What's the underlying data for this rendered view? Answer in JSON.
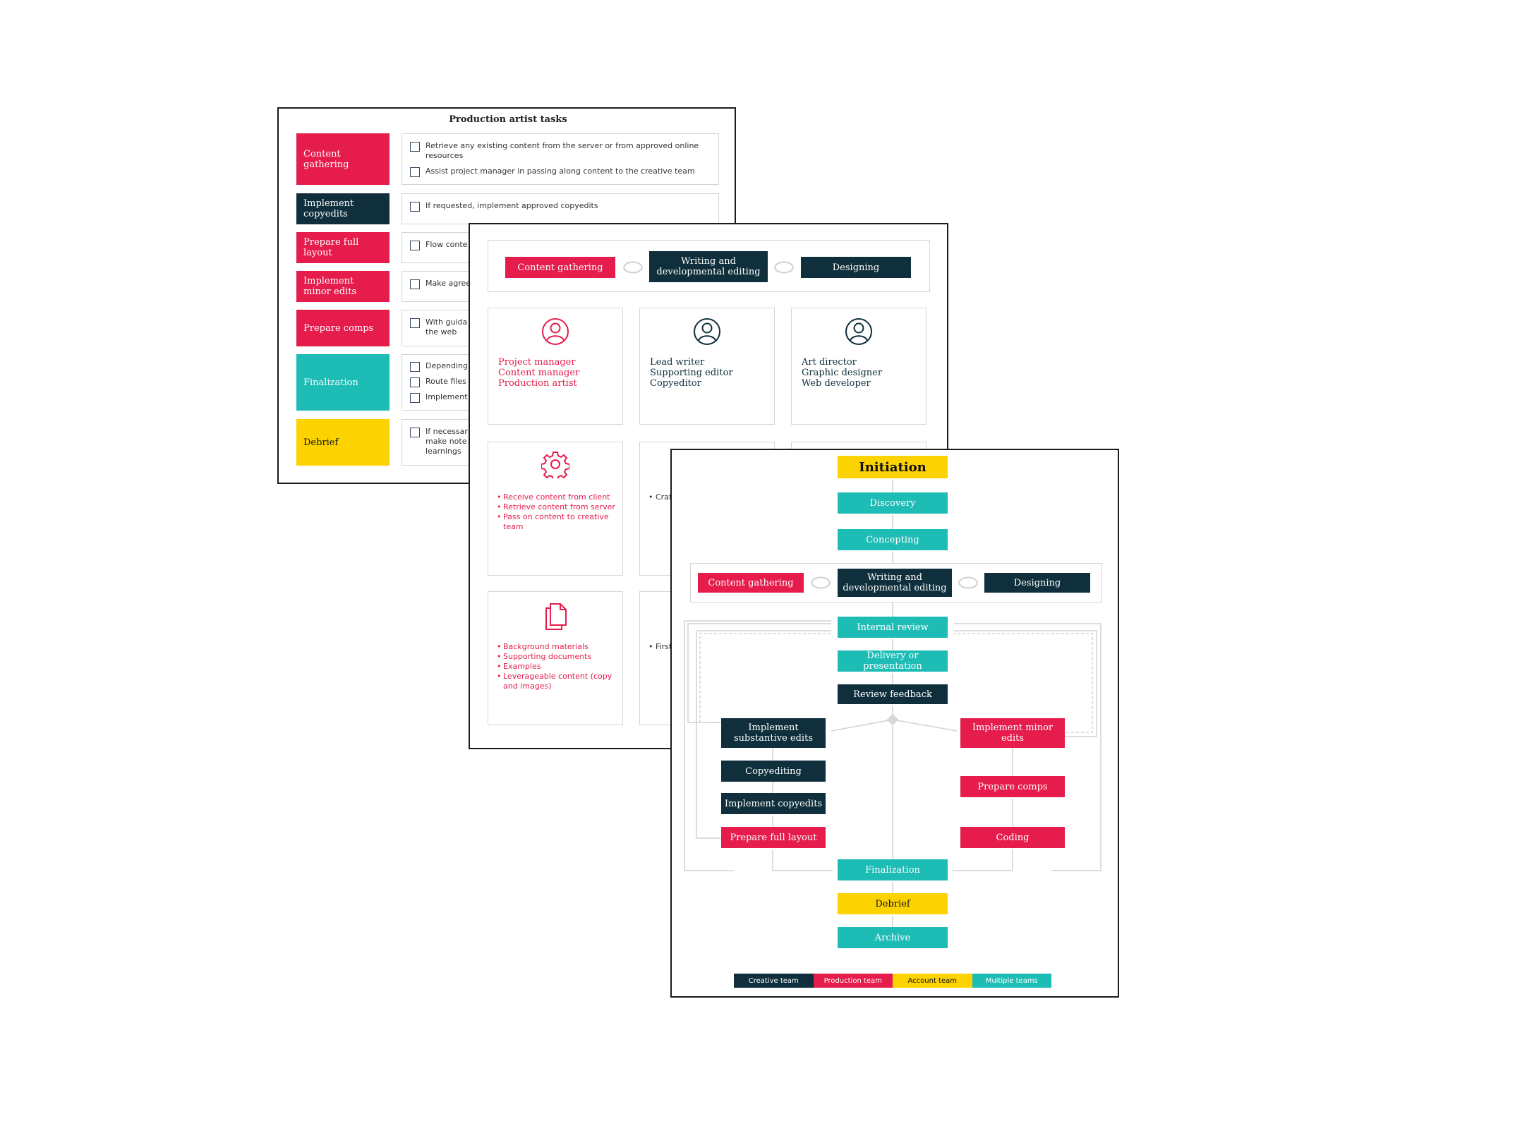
{
  "sheet1": {
    "title": "Production artist tasks",
    "rows": [
      {
        "label": "Content gathering",
        "tasks": [
          "Retrieve any existing content from the server or from approved online resources",
          "Assist project manager in passing along content to the creative team"
        ]
      },
      {
        "label": "Implement copyedits",
        "tasks": [
          "If requested, implement approved copyedits"
        ]
      },
      {
        "label": "Prepare full layout",
        "tasks": [
          "Flow conte"
        ]
      },
      {
        "label": "Implement minor edits",
        "tasks": [
          "Make agree"
        ]
      },
      {
        "label": "Prepare comps",
        "tasks": [
          "With guida for the web"
        ]
      },
      {
        "label": "Finalization",
        "tasks": [
          "Depending",
          "Route files",
          "Implement"
        ]
      },
      {
        "label": "Debrief",
        "tasks": [
          "If necessar make note learnings"
        ]
      }
    ]
  },
  "sheet2": {
    "header": [
      "Content gathering",
      "Writing and developmental editing",
      "Designing"
    ],
    "role_cards": [
      {
        "icon": "person-icon",
        "roles": "Project manager\nContent manager\nProduction artist"
      },
      {
        "icon": "person-icon",
        "roles": "Lead writer\nSupporting editor\nCopyeditor"
      },
      {
        "icon": "person-icon",
        "roles": "Art director\nGraphic designer\nWeb developer"
      }
    ],
    "activity_card": {
      "icon": "gear-icon",
      "items": [
        "Receive content from client",
        "Retrieve content from server",
        "Pass on content to creative team"
      ]
    },
    "activity_card_2_text": "Craf",
    "doc_card": {
      "icon": "document-icon",
      "items": [
        "Background materials",
        "Supporting documents",
        "Examples",
        "Leverageable content (copy and images)"
      ]
    },
    "doc_card_2_text": "First"
  },
  "sheet3": {
    "initiation": "Initiation",
    "discovery": "Discovery",
    "concepting": "Concepting",
    "phase_content_gathering": "Content gathering",
    "phase_writing": "Writing and developmental editing",
    "phase_designing": "Designing",
    "internal_review": "Internal review",
    "delivery": "Delivery or presentation",
    "review_feedback": "Review feedback",
    "implement_substantive": "Implement substantive edits",
    "copyediting": "Copyediting",
    "implement_copyedits": "Implement copyedits",
    "prepare_full_layout": "Prepare full layout",
    "implement_minor": "Implement minor edits",
    "prepare_comps": "Prepare comps",
    "coding": "Coding",
    "finalization": "Finalization",
    "debrief": "Debrief",
    "archive": "Archive",
    "legend": [
      {
        "label": "Creative team",
        "color": "#0e2f3b"
      },
      {
        "label": "Production team",
        "color": "#e51c4c"
      },
      {
        "label": "Account team",
        "color": "#fcd200"
      },
      {
        "label": "Multiple teams",
        "color": "#1dbcb5"
      }
    ]
  },
  "colors": {
    "red": "#e51c4c",
    "navy": "#0e2f3b",
    "teal": "#1dbcb5",
    "yellow": "#fcd200"
  }
}
